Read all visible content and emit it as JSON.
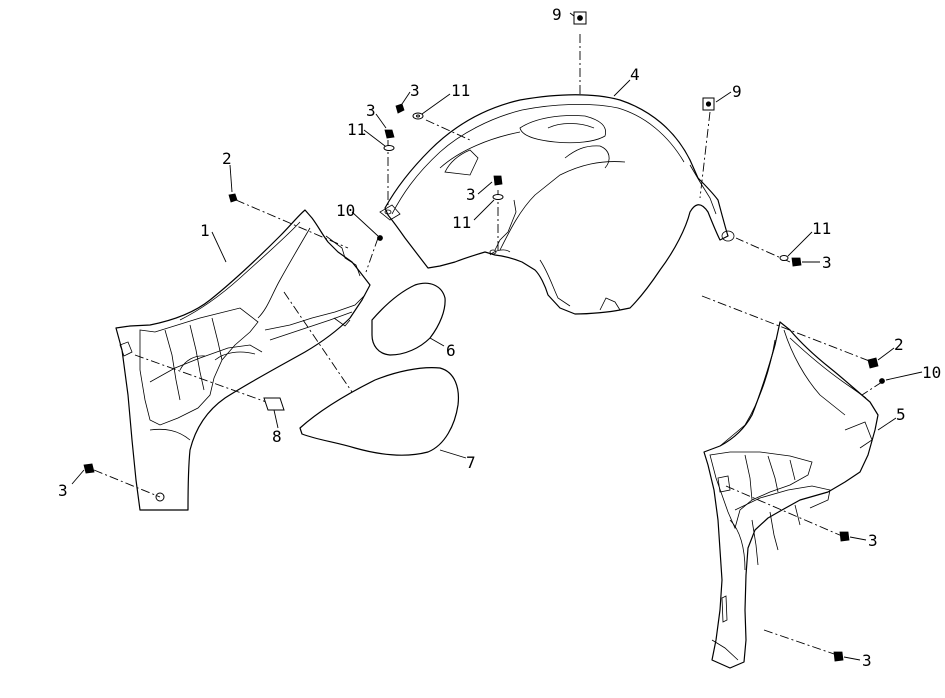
{
  "diagram": {
    "callouts": [
      {
        "id": "c9a",
        "text": "9"
      },
      {
        "id": "c4",
        "text": "4"
      },
      {
        "id": "c9b",
        "text": "9"
      },
      {
        "id": "c3a",
        "text": "3"
      },
      {
        "id": "c11a",
        "text": "11"
      },
      {
        "id": "c3b",
        "text": "3"
      },
      {
        "id": "c11b",
        "text": "11"
      },
      {
        "id": "c2a",
        "text": "2"
      },
      {
        "id": "c10a",
        "text": "10"
      },
      {
        "id": "c3c",
        "text": "3"
      },
      {
        "id": "c11c",
        "text": "11"
      },
      {
        "id": "c1",
        "text": "1"
      },
      {
        "id": "c11d",
        "text": "11"
      },
      {
        "id": "c3d",
        "text": "3"
      },
      {
        "id": "c6",
        "text": "6"
      },
      {
        "id": "c2b",
        "text": "2"
      },
      {
        "id": "c10b",
        "text": "10"
      },
      {
        "id": "c5",
        "text": "5"
      },
      {
        "id": "c8",
        "text": "8"
      },
      {
        "id": "c7",
        "text": "7"
      },
      {
        "id": "c3e",
        "text": "3"
      },
      {
        "id": "c3f",
        "text": "3"
      },
      {
        "id": "c3g",
        "text": "3"
      }
    ]
  }
}
